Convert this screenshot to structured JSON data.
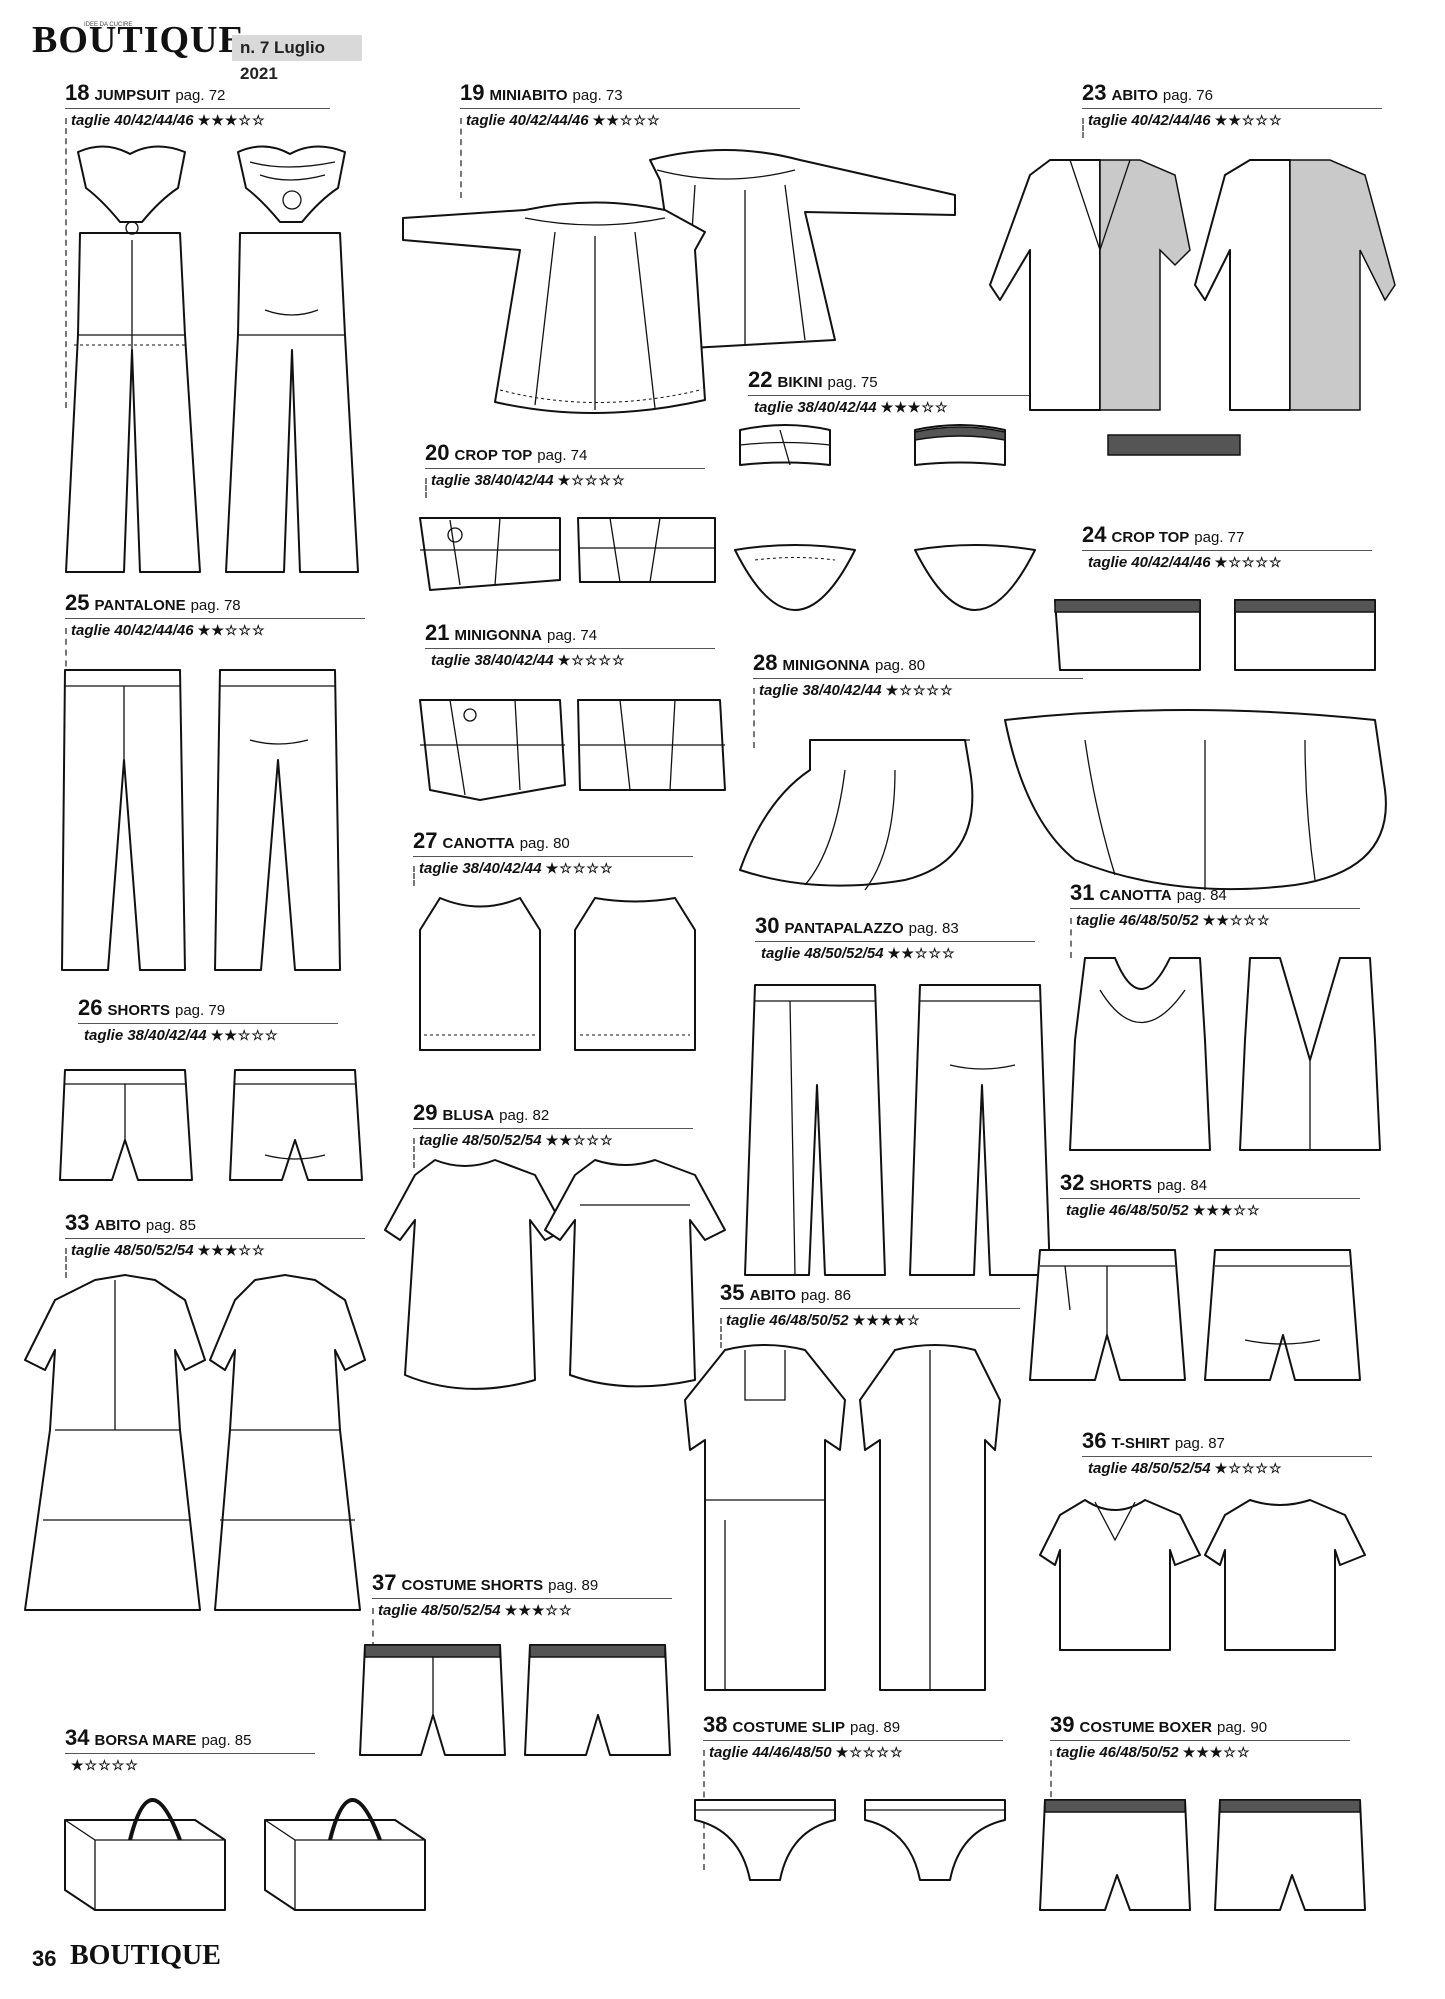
{
  "header": {
    "logo": "BOUTIQUE",
    "logo_tagline": "IDEE DA CUCIRE",
    "issue": "n. 7 Luglio 2021"
  },
  "items": [
    {
      "num": "18",
      "name": "JUMPSUIT",
      "page": "pag. 72",
      "sizes": "taglie 40/42/44/46",
      "stars": "★★★☆☆"
    },
    {
      "num": "19",
      "name": "MINIABITO",
      "page": "pag. 73",
      "sizes": "taglie 40/42/44/46",
      "stars": "★★☆☆☆"
    },
    {
      "num": "23",
      "name": "ABITO",
      "page": "pag. 76",
      "sizes": "taglie 40/42/44/46",
      "stars": "★★☆☆☆"
    },
    {
      "num": "22",
      "name": "BIKINI",
      "page": "pag. 75",
      "sizes": "taglie 38/40/42/44",
      "stars": "★★★☆☆"
    },
    {
      "num": "20",
      "name": "CROP TOP",
      "page": "pag. 74",
      "sizes": "taglie 38/40/42/44",
      "stars": "★☆☆☆☆"
    },
    {
      "num": "24",
      "name": "CROP TOP",
      "page": "pag. 77",
      "sizes": "taglie 40/42/44/46",
      "stars": "★☆☆☆☆"
    },
    {
      "num": "25",
      "name": "PANTALONE",
      "page": "pag. 78",
      "sizes": "taglie 40/42/44/46",
      "stars": "★★☆☆☆"
    },
    {
      "num": "21",
      "name": "MINIGONNA",
      "page": "pag. 74",
      "sizes": "taglie 38/40/42/44",
      "stars": "★☆☆☆☆"
    },
    {
      "num": "28",
      "name": "MINIGONNA",
      "page": "pag. 80",
      "sizes": "taglie 38/40/42/44",
      "stars": "★☆☆☆☆"
    },
    {
      "num": "27",
      "name": "CANOTTA",
      "page": "pag. 80",
      "sizes": "taglie 38/40/42/44",
      "stars": "★☆☆☆☆"
    },
    {
      "num": "31",
      "name": "CANOTTA",
      "page": "pag. 84",
      "sizes": "taglie 46/48/50/52",
      "stars": "★★☆☆☆"
    },
    {
      "num": "30",
      "name": "PANTAPALAZZO",
      "page": "pag. 83",
      "sizes": "taglie 48/50/52/54",
      "stars": "★★☆☆☆"
    },
    {
      "num": "26",
      "name": "SHORTS",
      "page": "pag. 79",
      "sizes": "taglie 38/40/42/44",
      "stars": "★★☆☆☆"
    },
    {
      "num": "29",
      "name": "BLUSA",
      "page": "pag. 82",
      "sizes": "taglie 48/50/52/54",
      "stars": "★★☆☆☆"
    },
    {
      "num": "32",
      "name": "SHORTS",
      "page": "pag. 84",
      "sizes": "taglie 46/48/50/52",
      "stars": "★★★☆☆"
    },
    {
      "num": "33",
      "name": "ABITO",
      "page": "pag. 85",
      "sizes": "taglie 48/50/52/54",
      "stars": "★★★☆☆"
    },
    {
      "num": "35",
      "name": "ABITO",
      "page": "pag. 86",
      "sizes": "taglie 46/48/50/52",
      "stars": "★★★★☆"
    },
    {
      "num": "36",
      "name": "T-SHIRT",
      "page": "pag. 87",
      "sizes": "taglie 48/50/52/54",
      "stars": "★☆☆☆☆"
    },
    {
      "num": "37",
      "name": "COSTUME SHORTS",
      "page": "pag. 89",
      "sizes": "taglie 48/50/52/54",
      "stars": "★★★☆☆"
    },
    {
      "num": "34",
      "name": "BORSA MARE",
      "page": "pag. 85",
      "sizes": "",
      "stars": "★☆☆☆☆"
    },
    {
      "num": "38",
      "name": "COSTUME SLIP",
      "page": "pag. 89",
      "sizes": "taglie 44/46/48/50",
      "stars": "★☆☆☆☆"
    },
    {
      "num": "39",
      "name": "COSTUME BOXER",
      "page": "pag. 90",
      "sizes": "taglie 46/48/50/52",
      "stars": "★★★☆☆"
    }
  ],
  "footer": {
    "page_number": "36",
    "logo": "BOUTIQUE"
  }
}
